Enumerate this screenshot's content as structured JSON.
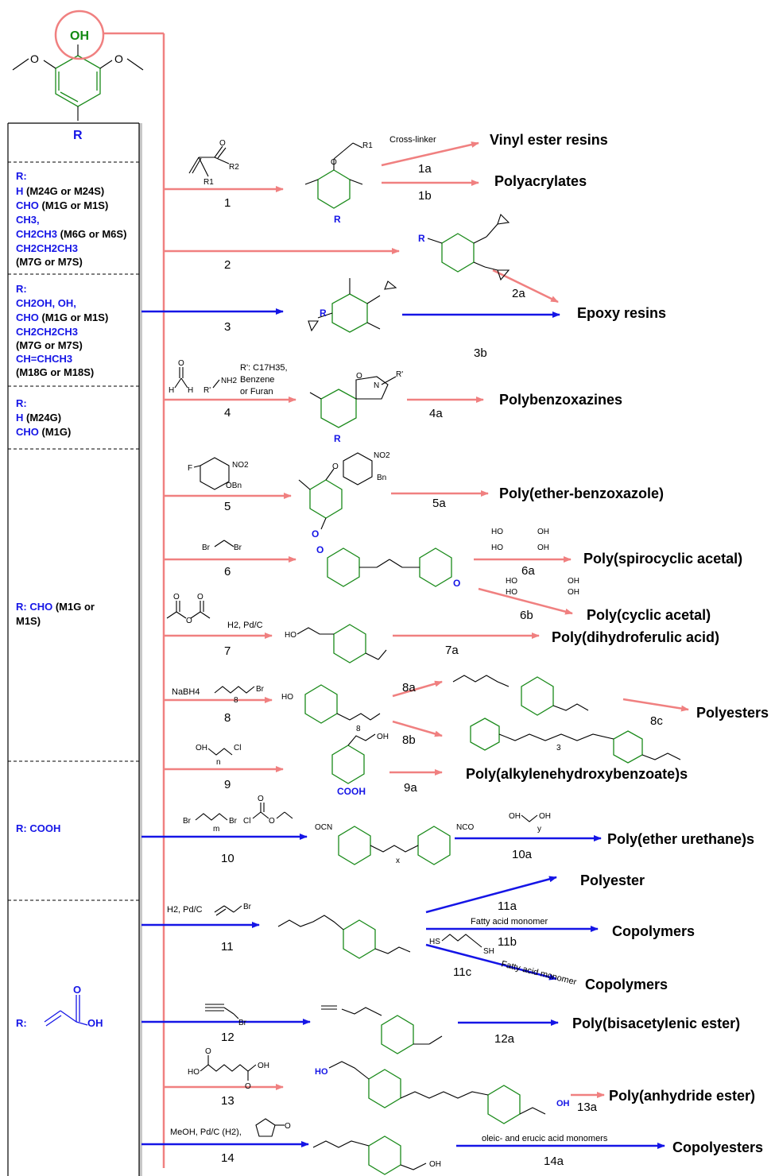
{
  "colors": {
    "pink": "#f08080",
    "blue": "#1515e6",
    "green": "#138a13",
    "black": "#000000"
  },
  "core": {
    "oh": "OH",
    "r": "R"
  },
  "panels": [
    {
      "r": "R:",
      "lines": [
        {
          "b": "H",
          "k": " (M24G or M24S)"
        },
        {
          "b": "CHO",
          "k": " (M1G or M1S)"
        },
        {
          "b": "CH3,",
          "k": ""
        },
        {
          "b": "CH2CH3",
          "k": " (M6G or M6S)"
        },
        {
          "b": "CH2CH2CH3",
          "k": ""
        },
        {
          "b": "",
          "k": "(M7G or M7S)"
        }
      ]
    },
    {
      "r": "R:",
      "lines": [
        {
          "b": "CH2OH, OH,",
          "k": ""
        },
        {
          "b": "CHO",
          "k": " (M1G or M1S)"
        },
        {
          "b": "CH2CH2CH3",
          "k": ""
        },
        {
          "b": "",
          "k": "(M7G or M7S)"
        },
        {
          "b": "CH=CHCH3",
          "k": ""
        },
        {
          "b": "",
          "k": "(M18G or M18S)"
        }
      ]
    },
    {
      "r": "R:",
      "lines": [
        {
          "b": "H",
          "k": " (M24G)"
        },
        {
          "b": "CHO",
          "k": " (M1G)"
        }
      ]
    },
    {
      "r": "R: CHO",
      "k": " (M1G or",
      "k2": "M1S)"
    },
    {
      "r": "R: COOH"
    },
    {
      "r": "R:",
      "oh": "OH",
      "o": "O"
    }
  ],
  "steps": [
    "1",
    "2",
    "3",
    "4",
    "5",
    "6",
    "7",
    "8",
    "9",
    "10",
    "11",
    "12",
    "13",
    "14"
  ],
  "substeps": [
    "1a",
    "1b",
    "2a",
    "3b",
    "4a",
    "5a",
    "6a",
    "6b",
    "7a",
    "8a",
    "8b",
    "8c",
    "9a",
    "10a",
    "11a",
    "11b",
    "11c",
    "12a",
    "13a",
    "14a"
  ],
  "products": {
    "vinyl_ester": "Vinyl ester resins",
    "polyacrylates": "Polyacrylates",
    "epoxy": "Epoxy resins",
    "polybenzoxazines": "Polybenzoxazines",
    "ether_benzoxazole": "Poly(ether-benzoxazole)",
    "spirocyclic": "Poly(spirocyclic acetal)",
    "cyclic": "Poly(cyclic acetal)",
    "dihydroferulic": "Poly(dihydroferulic acid)",
    "polyesters": "Polyesters",
    "alkylene": "Poly(alkylenehydroxybenzoate)s",
    "ether_urethane": "Poly(ether urethane)s",
    "polyester": "Polyester",
    "copolymers": "Copolymers",
    "bisacetylenic": "Poly(bisacetylenic ester)",
    "anhydride": "Poly(anhydride ester)",
    "copolyesters": "Copolyesters"
  },
  "labels": {
    "crosslinker": "Cross-linker",
    "r1": "R1",
    "r2": "R2",
    "r_prime_def": "R': C17H35,",
    "benzene": "Benzene",
    "or_furan": "or Furan",
    "f": "F",
    "no2": "NO2",
    "obn": "OBn",
    "bn": "Bn",
    "br": "Br",
    "h2pdc": "H2, Pd/C",
    "nabh4": "NaBH4",
    "sub8": "8",
    "sub3": "3",
    "subn": "n",
    "subm": "m",
    "subx": "x",
    "suby": "y",
    "oh": "OH",
    "cl": "Cl",
    "cooh": "COOH",
    "ocn": "OCN",
    "nco": "NCO",
    "h": "H",
    "nh2": "NH2",
    "rp": "R'",
    "n": "N",
    "o": "O",
    "hs": "HS",
    "sh": "SH",
    "ho": "HO",
    "fatty": "Fatty acid monomer",
    "meoh": "MeOH, Pd/C (H2),",
    "oleic": "oleic- and erucic acid monomers"
  }
}
